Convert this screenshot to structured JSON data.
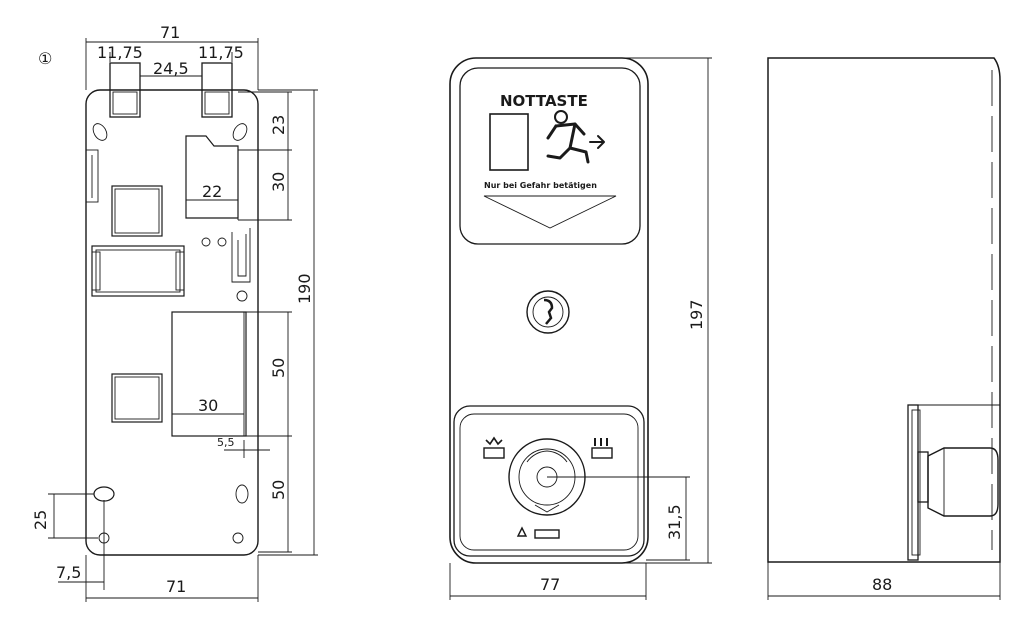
{
  "figure_marker": "①",
  "left_view": {
    "top_width": "71",
    "tab_left": "11,75",
    "tab_right": "11,75",
    "tab_gap": "24,5",
    "dim_23": "23",
    "dim_30_upper": "30",
    "dim_22": "22",
    "dim_190": "190",
    "dim_50_upper": "50",
    "dim_30_lower": "30",
    "dim_5_5": "5,5",
    "dim_50_lower": "50",
    "dim_25": "25",
    "dim_7_5": "7,5",
    "bottom_width": "71"
  },
  "front_view": {
    "sign_title": "NOTTASTE",
    "sign_subtitle": "Nur bei Gefahr betätigen",
    "height": "197",
    "dim_31_5": "31,5",
    "width": "77"
  },
  "side_view": {
    "depth": "88"
  }
}
